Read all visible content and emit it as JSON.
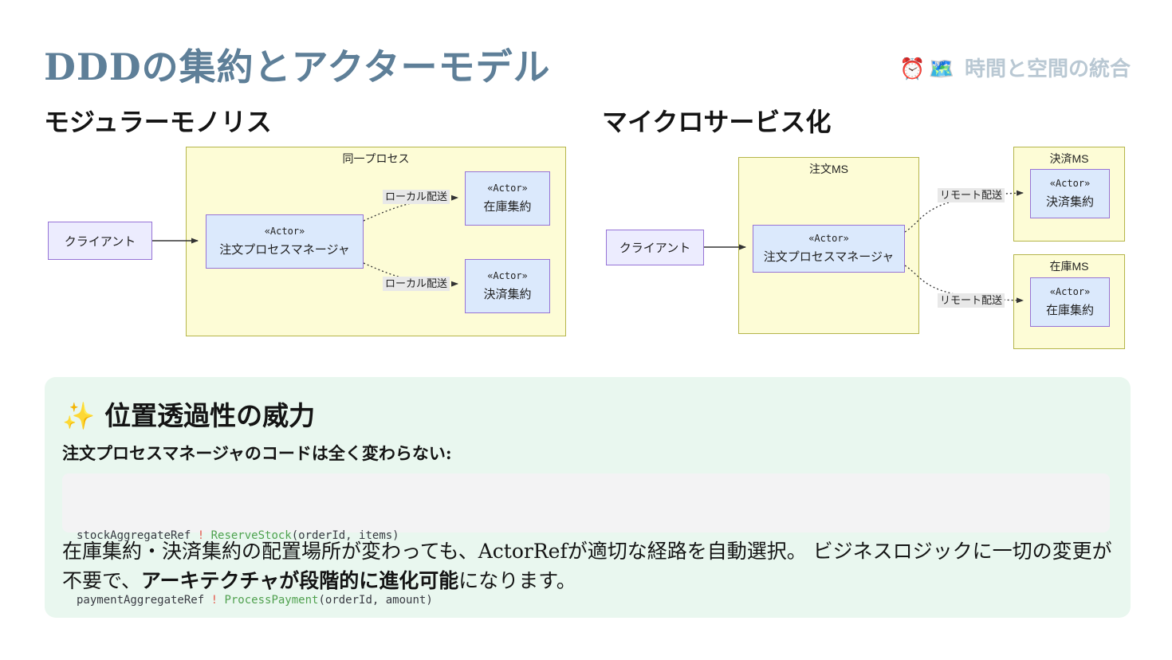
{
  "header": {
    "title": "DDDの集約とアクターモデル",
    "clock_icon": "⏰",
    "map_icon": "🗺️",
    "corner_note": "時間と空間の統合"
  },
  "monolith": {
    "heading": "モジュラーモノリス",
    "client_label": "クライアント",
    "cluster_label": "同一プロセス",
    "manager": {
      "stereotype": "«Actor»",
      "name": "注文プロセスマネージャ"
    },
    "stock": {
      "stereotype": "«Actor»",
      "name": "在庫集約"
    },
    "payment": {
      "stereotype": "«Actor»",
      "name": "決済集約"
    },
    "edge_label_stock": "ローカル配送",
    "edge_label_payment": "ローカル配送"
  },
  "microservices": {
    "heading": "マイクロサービス化",
    "client_label": "クライアント",
    "order_cluster_label": "注文MS",
    "manager": {
      "stereotype": "«Actor»",
      "name": "注文プロセスマネージャ"
    },
    "payment_cluster_label": "決済MS",
    "payment": {
      "stereotype": "«Actor»",
      "name": "決済集約"
    },
    "stock_cluster_label": "在庫MS",
    "stock": {
      "stereotype": "«Actor»",
      "name": "在庫集約"
    },
    "edge_label_payment": "リモート配送",
    "edge_label_stock": "リモート配送"
  },
  "callout": {
    "icon": "✨",
    "heading": "位置透過性の威力",
    "subheading": "注文プロセスマネージャのコードは全く変わらない:",
    "code_lines": [
      [
        "stockAggregateRef ",
        "!",
        " ",
        "ReserveStock",
        "(orderId, items)"
      ],
      [
        "paymentAggregateRef ",
        "!",
        " ",
        "ProcessPayment",
        "(orderId, amount)"
      ]
    ],
    "paragraph_pre": "在庫集約・決済集約の配置場所が変わっても、ActorRefが適切な経路を自動選択。 ビジネスロジックに一切の変更が不要で、",
    "paragraph_bold": "アーキテクチャが段階的に進化可能",
    "paragraph_post": "になります。"
  },
  "palette": {
    "title_color": "#5e7f98",
    "corner_note_color": "#b9c8d3",
    "cluster_fill": "#fdfcd6",
    "cluster_border": "#b5b54a",
    "client_fill": "#ececfe",
    "actor_fill": "#dbe9fc",
    "node_border": "#9673d6",
    "edge_label_bg": "#e8e8e8",
    "callout_bg": "#e9f7ef",
    "code_bg": "#f3f3f4",
    "code_plain": "#383a42",
    "code_operator": "#e45649",
    "code_function": "#50a14f"
  }
}
